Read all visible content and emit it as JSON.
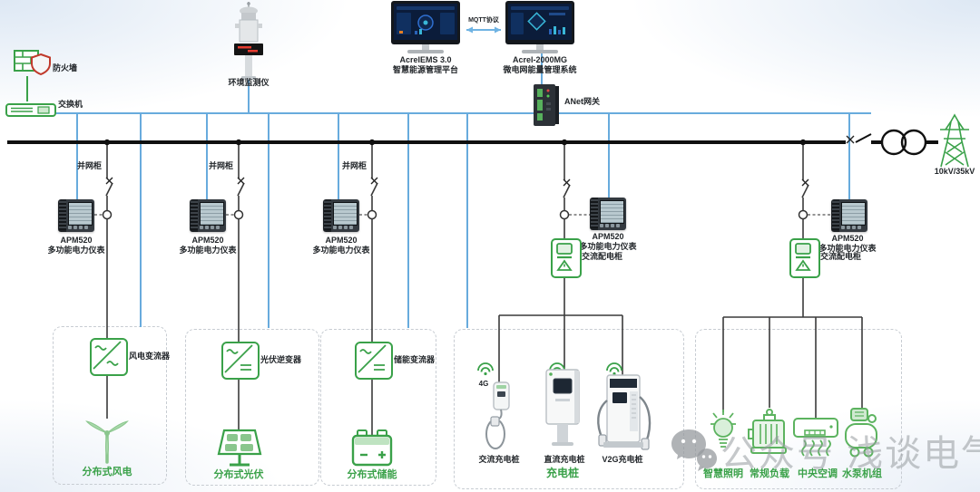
{
  "network": {
    "firewall": "防火墙",
    "switch": "交换机",
    "env_monitor": "环境监测仪",
    "ems_title": "AcrelEMS 3.0",
    "ems_subtitle": "智慧能源管理平台",
    "mg_title": "Acrel-2000MG",
    "mg_subtitle": "微电网能量管理系统",
    "protocol": "MQTT协议",
    "gateway": "ANet网关"
  },
  "grid": {
    "voltage": "10kV/35kV"
  },
  "meter": {
    "model": "APM520",
    "type": "多功能电力仪表"
  },
  "branches": {
    "wind": {
      "cabinet": "并网柜",
      "converter": "风电变流器",
      "source": "分布式风电"
    },
    "pv": {
      "cabinet": "并网柜",
      "converter": "光伏逆变器",
      "source": "分布式光伏"
    },
    "storage": {
      "cabinet": "并网柜",
      "converter": "储能变流器",
      "source": "分布式储能"
    },
    "charging": {
      "cabinet": "交流配电柜",
      "network": "4G",
      "piles": [
        "交流充电桩",
        "直流充电桩",
        "V2G充电桩"
      ],
      "group": "充电桩"
    },
    "loads": {
      "cabinet": "交流配电柜",
      "items": [
        "智慧照明",
        "常规负载",
        "中央空调",
        "水泵机组"
      ]
    }
  },
  "watermark": {
    "text": "公众号 浅谈电气"
  },
  "colors": {
    "accent_green": "#3aa149",
    "comm_blue": "#68abdd",
    "bus_black": "#101010"
  }
}
